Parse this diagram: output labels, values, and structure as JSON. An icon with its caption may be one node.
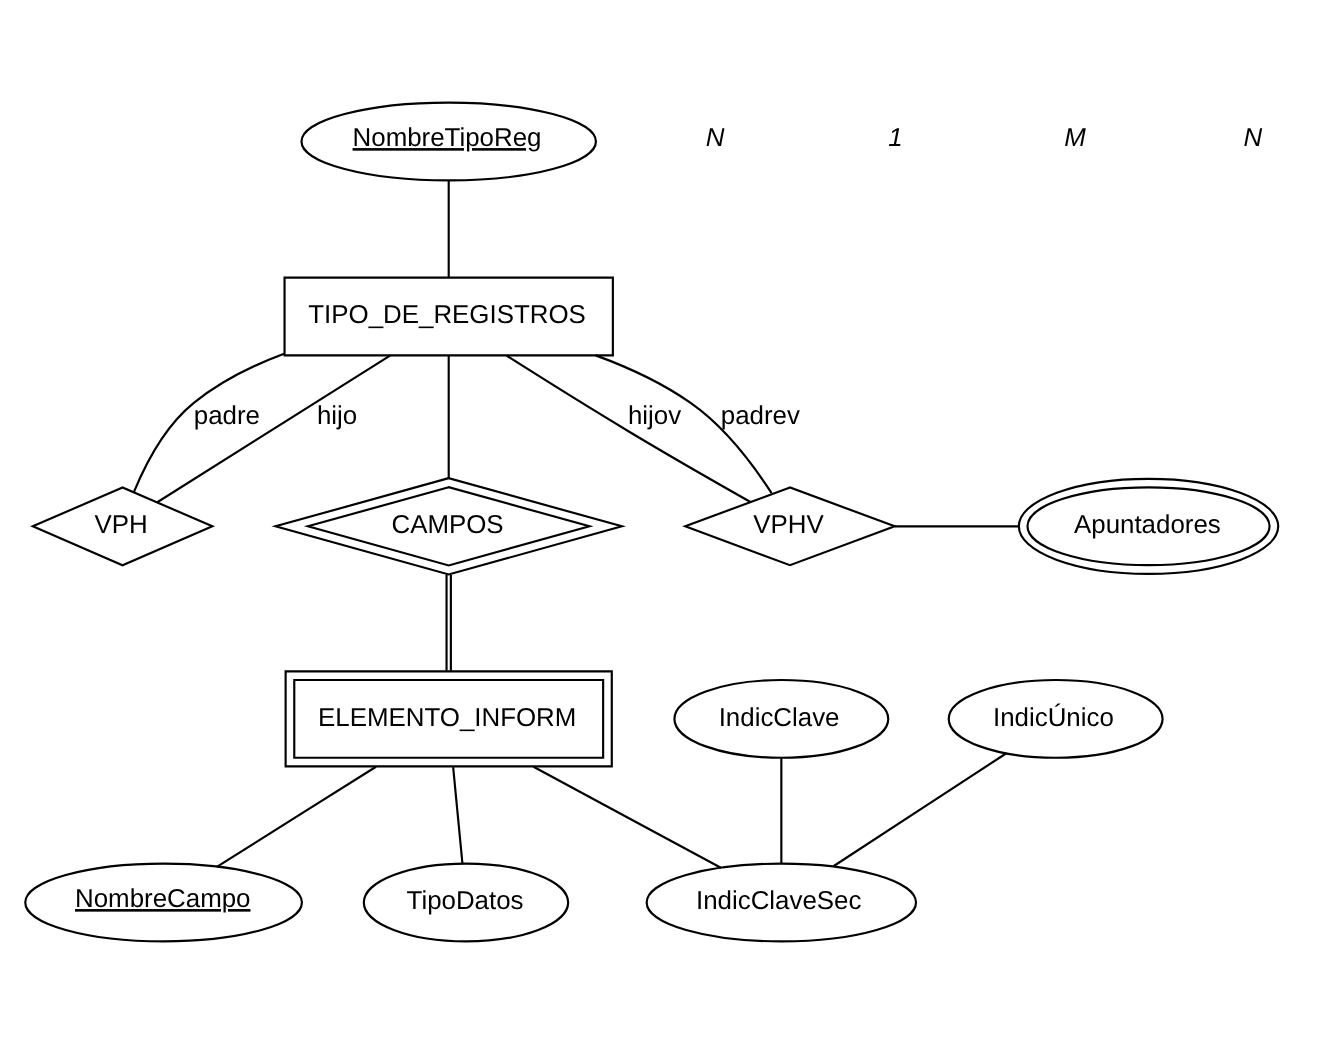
{
  "diagram": {
    "nodes": [
      {
        "text": [
          "NombreTipoReg"
        ]
      },
      {
        "text": [
          "TIPO_DE_REGISTROS"
        ]
      },
      {
        "text": [
          "VPH"
        ]
      },
      {
        "text": [
          "CAMPOS"
        ]
      },
      {
        "text": [
          "VPHV"
        ]
      },
      {
        "text": [
          "Apuntadores"
        ]
      },
      {
        "text": [
          "ELEMENTO_INFORM"
        ]
      },
      {
        "text": [
          "IndicClave"
        ]
      },
      {
        "text": [
          "IndicÚnico"
        ]
      },
      {
        "text": [
          "NombreCampo"
        ]
      },
      {
        "text": [
          "TipoDatos"
        ]
      },
      {
        "text": [
          "IndicClaveSec"
        ]
      }
    ],
    "edges": [
      {
        "from": 0,
        "to": 1,
        "arrow": "none"
      },
      {
        "from": 1,
        "to": 2,
        "arrow": "none",
        "label": "padre"
      },
      {
        "from": 1,
        "to": 2,
        "arrow": "none",
        "label": "hijo"
      },
      {
        "from": 1,
        "to": 3,
        "arrow": "none"
      },
      {
        "from": 1,
        "to": 4,
        "arrow": "none",
        "label": "hijov"
      },
      {
        "from": 1,
        "to": 4,
        "arrow": "none",
        "label": "padrev"
      },
      {
        "from": 4,
        "to": 5,
        "arrow": "none"
      },
      {
        "from": 3,
        "to": 6,
        "arrow": "none"
      },
      {
        "from": 6,
        "to": 9,
        "arrow": "none"
      },
      {
        "from": 6,
        "to": 10,
        "arrow": "none"
      },
      {
        "from": 6,
        "to": 11,
        "arrow": "none"
      },
      {
        "from": 7,
        "to": 11,
        "arrow": "none"
      },
      {
        "from": 8,
        "to": 11,
        "arrow": "none"
      }
    ],
    "labels": [
      "N",
      "1",
      "M",
      "N"
    ]
  }
}
